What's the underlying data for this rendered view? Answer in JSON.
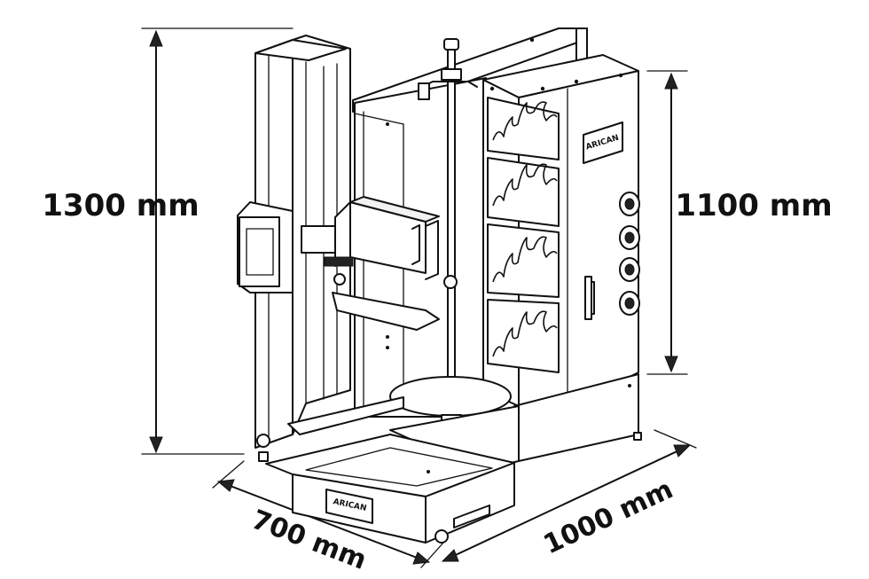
{
  "dimensions": {
    "height_total": "1300 mm",
    "height_body": "1100 mm",
    "depth": "700 mm",
    "width": "1000 mm"
  },
  "brand": {
    "logo_text": "ARICAN"
  },
  "icons": [
    "flame-icon",
    "control-knob-icon",
    "door-handle-icon",
    "logo-plate-icon"
  ]
}
